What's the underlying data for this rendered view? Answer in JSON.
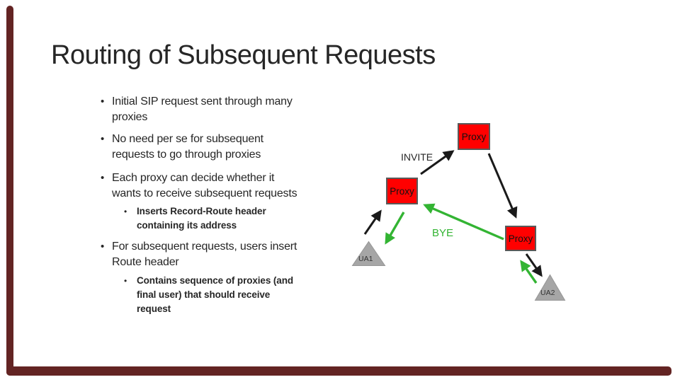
{
  "slide": {
    "title": "Routing of Subsequent Requests"
  },
  "ui": {
    "bullet_char": "•"
  },
  "bullets": [
    {
      "level": 1,
      "lines": [
        "Initial SIP request sent through many",
        "proxies"
      ]
    },
    {
      "level": 1,
      "lines": [
        "No need per se for subsequent",
        "requests to go through proxies"
      ]
    },
    {
      "level": 1,
      "lines": [
        "Each proxy can decide whether it",
        "wants to receive subsequent requests"
      ]
    },
    {
      "level": 2,
      "lines": [
        "Inserts Record-Route header",
        "containing its address"
      ]
    },
    {
      "level": 1,
      "lines": [
        "For subsequent requests, users insert",
        "Route header"
      ]
    },
    {
      "level": 2,
      "lines": [
        "Contains sequence of proxies (and",
        "final user) that should receive",
        "request"
      ]
    }
  ],
  "diagram": {
    "proxies": [
      "Proxy",
      "Proxy",
      "Proxy"
    ],
    "user_agents": [
      "UA1",
      "UA2"
    ],
    "messages": {
      "invite": "INVITE",
      "bye": "BYE"
    }
  },
  "colors": {
    "accent_bar": "#632423",
    "proxy_fill": "#ff0000",
    "proxy_border": "#595959",
    "arrow_black": "#1a1a1a",
    "arrow_green": "#33b433",
    "triangle_fill": "#a6a6a6",
    "title_text": "#262626",
    "body_text": "#262626"
  }
}
